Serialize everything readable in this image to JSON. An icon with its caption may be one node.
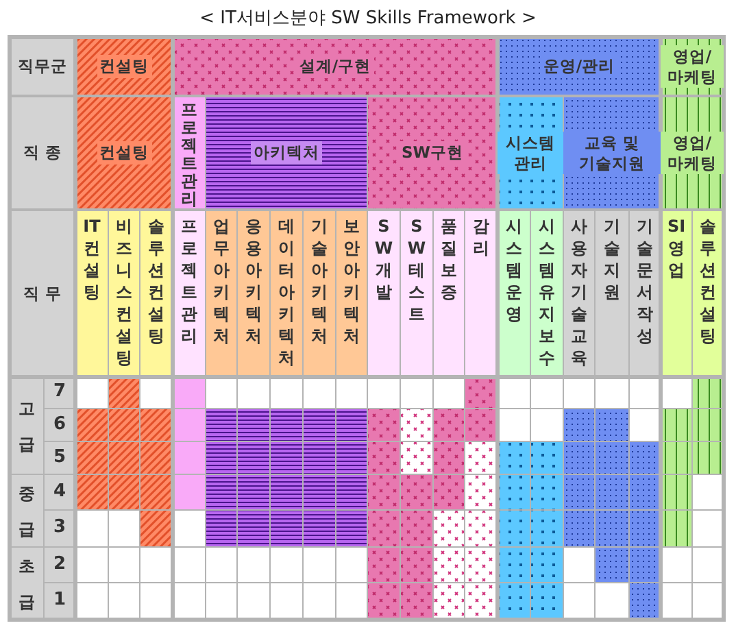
{
  "diagram": {
    "title": "< IT서비스분야 SW Skills Framework >",
    "labels": [
      "직무군",
      "컨설팅",
      "설계/구현",
      "운영/관리",
      "영업/ 마케팅",
      "직 종",
      "컨설팅",
      "프로젝트관리",
      "아키텍처",
      "SW구현",
      "시스템 관리",
      "교육 및 기술지원",
      "영업/ 마케팅",
      "직 무",
      "IT컨설팅",
      "비즈니스컨설팅",
      "솔루션컨설팅",
      "프로젝트관리",
      "업무아키텍처",
      "응용아키텍처",
      "데이터아키텍처",
      "기술아키텍처",
      "보안아키텍처",
      "SW개발",
      "SW테스트",
      "품질보증",
      "감리",
      "시스템운영",
      "시스템유지보수",
      "사용자기술교육",
      "기술지원",
      "기술문서작성",
      "SI영업",
      "솔루션컨설팅",
      "고급",
      "7",
      "6",
      "5",
      "중급",
      "4",
      "3",
      "초급",
      "2",
      "1"
    ]
  }
}
